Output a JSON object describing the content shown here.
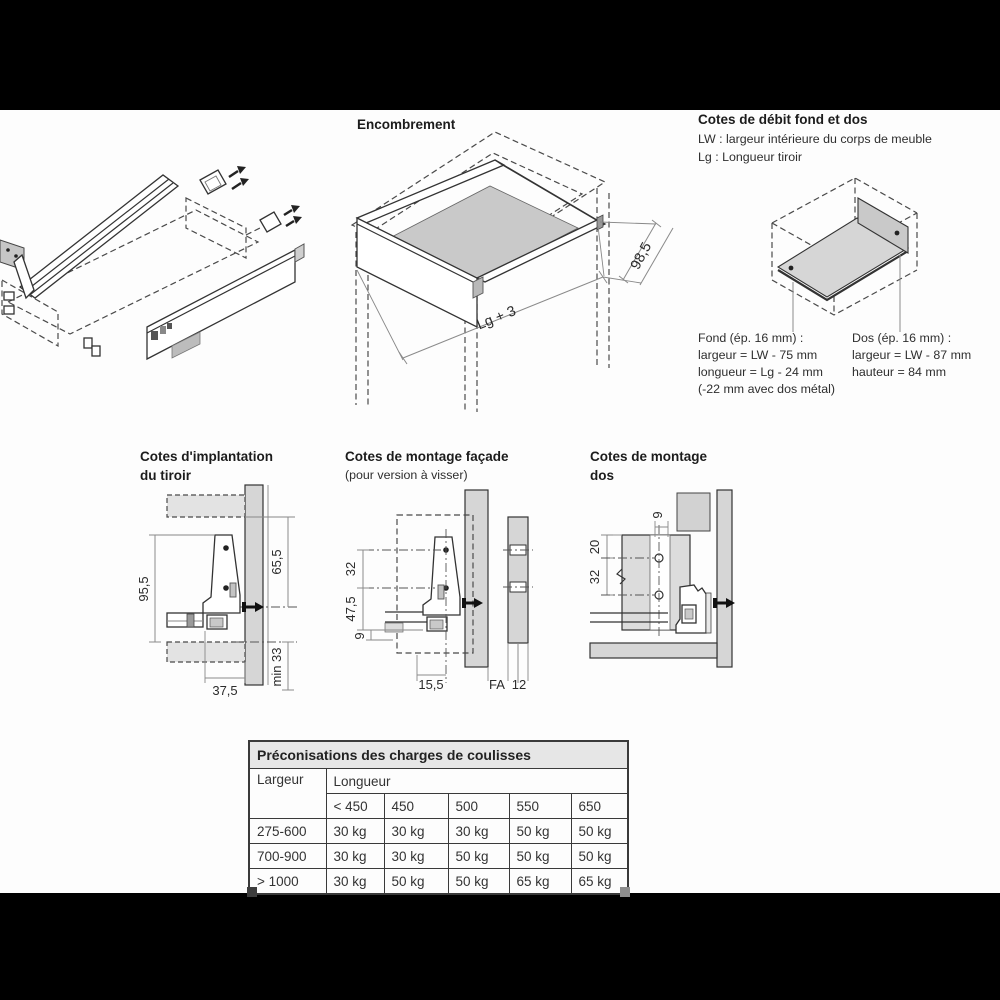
{
  "window": {
    "background": "#000000",
    "paper": "#fdfdfd"
  },
  "colors": {
    "diagram_gray": "#d6d6d6",
    "line": "#333333",
    "table_header_bg": "#e6e6e6"
  },
  "sections": {
    "encombrement": {
      "title": "Encombrement",
      "dim_length": "Lg + 3",
      "dim_height": "98,5"
    },
    "debit": {
      "title": "Cotes de débit fond et dos",
      "legend_lw": "LW : largeur intérieure du corps de meuble",
      "legend_lg": "Lg : Longueur tiroir",
      "fond": {
        "line1": "Fond (ép. 16 mm) :",
        "line2": "largeur = LW - 75 mm",
        "line3": "longueur = Lg - 24 mm",
        "line4": "(-22 mm avec dos métal)"
      },
      "dos": {
        "line1": "Dos (ép. 16 mm) :",
        "line2": "largeur = LW - 87 mm",
        "line3": "hauteur = 84 mm"
      }
    },
    "implantation": {
      "title_line1": "Cotes d'implantation",
      "title_line2": "du tiroir",
      "dim_95": "95,5",
      "dim_65": "65,5",
      "dim_min": "min 33",
      "dim_37": "37,5"
    },
    "facade": {
      "title_line1": "Cotes de montage façade",
      "title_line2": "(pour version à visser)",
      "dim_32": "32",
      "dim_47": "47,5",
      "dim_9": "9",
      "dim_15": "15,5",
      "dim_fa": "FA",
      "dim_12": "12"
    },
    "montage_dos": {
      "title_line1": "Cotes de montage",
      "title_line2": "dos",
      "dim_9": "9",
      "dim_20": "20",
      "dim_32": "32"
    }
  },
  "table": {
    "title": "Préconisations des charges de coulisses",
    "col_width_header": "Largeur",
    "col_length_header": "Longueur",
    "length_columns": [
      "< 450",
      "450",
      "500",
      "550",
      "650"
    ],
    "rows": [
      {
        "width": "275-600",
        "loads": [
          "30 kg",
          "30 kg",
          "30 kg",
          "50 kg",
          "50 kg"
        ]
      },
      {
        "width": "700-900",
        "loads": [
          "30 kg",
          "30 kg",
          "50 kg",
          "50 kg",
          "50 kg"
        ]
      },
      {
        "width": "> 1000",
        "loads": [
          "30 kg",
          "50 kg",
          "50 kg",
          "65 kg",
          "65 kg"
        ]
      }
    ]
  }
}
